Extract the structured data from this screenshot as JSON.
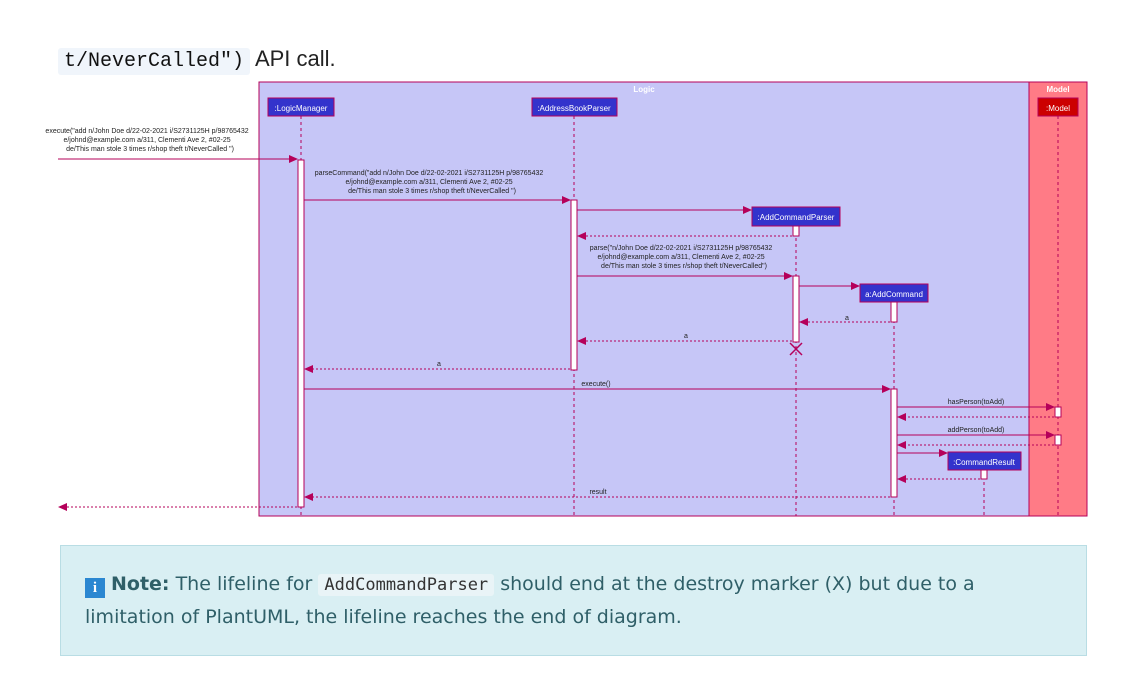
{
  "intro": {
    "code": "t/NeverCalled\")",
    "text": "API call."
  },
  "diagram": {
    "frames": {
      "logic": "Logic",
      "model": "Model"
    },
    "participants": {
      "logic_manager": ":LogicManager",
      "address_book_parser": ":AddressBookParser",
      "add_command_parser": ":AddCommandParser",
      "add_command": "a:AddCommand",
      "command_result": ":CommandResult",
      "model": ":Model"
    },
    "messages": {
      "execute_call": [
        "execute(\"add n/John Doe d/22-02-2021 i/S2731125H p/98765432",
        "e/johnd@example.com a/311, Clementi Ave 2, #02-25",
        "de/This man stole 3 times r/shop theft t/NeverCalled \")"
      ],
      "parse_command": [
        "parseCommand(\"add n/John Doe d/22-02-2021 i/S2731125H p/98765432",
        "e/johnd@example.com a/311, Clementi Ave 2, #02-25",
        "de/This man stole 3 times r/shop theft t/NeverCalled \")"
      ],
      "parse": [
        "parse(\"n/John Doe d/22-02-2021 i/S2731125H p/98765432",
        "e/johnd@example.com a/311, Clementi Ave 2, #02-25",
        "de/This man stole 3 times r/shop theft t/NeverCalled\")"
      ],
      "return_a1": "a",
      "return_a2": "a",
      "return_a3": "a",
      "execute": "execute()",
      "has_person": "hasPerson(toAdd)",
      "add_person": "addPerson(toAdd)",
      "result": "result"
    },
    "colors": {
      "logic_bg": "#c6c6f7",
      "model_bg": "#ff7b86",
      "participant": "#3333cc",
      "model_participant": "#cc0000",
      "arrow": "#b5005a"
    }
  },
  "note": {
    "icon": "info-icon",
    "label": "Note:",
    "text_before": "The lifeline for",
    "code": "AddCommandParser",
    "text_after": "should end at the destroy marker (X) but due to a limitation of PlantUML, the lifeline reaches the end of diagram."
  }
}
